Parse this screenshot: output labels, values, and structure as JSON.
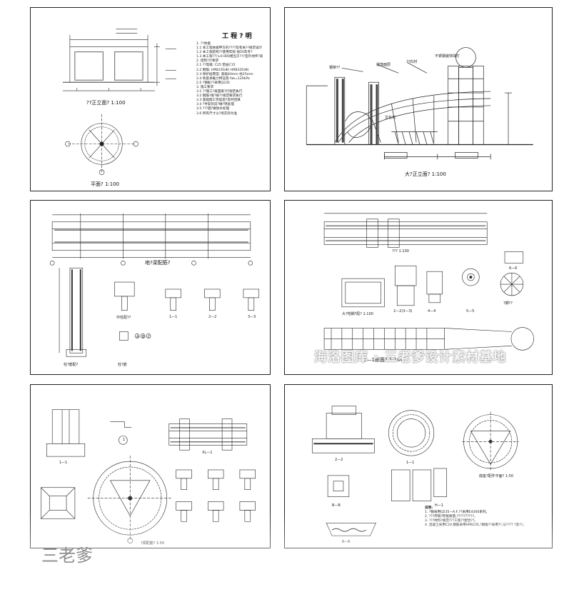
{
  "sheets": {
    "s1": {
      "title": "工 程 ? 明",
      "elevation_caption": "??正立面? 1:100",
      "plan_caption": "平面? 1:100",
      "notes": [
        "1.  ??依据",
        "1.1  本工程依据甲方的????及有关??规范设计",
        "1.2  本工程结构??使用年限 按50年考?",
        "1.3  本工程???±0.000相当于???室外地坪?高",
        "2.  结构?计要求",
        "2.1  ??等级: C25 垫层C15",
        "2.2  钢筋: HPB235(Φ) HRB335(Φ)",
        "2.3  保护层厚度: 基础40mm 柱25mm",
        "2.4  地基承载力特征值 fak=120kPa",
        "2.5  ?钢板??采用Q235",
        "3.  施工要求",
        "3.1  ??施工?按国家?行规范执行",
        "3.2  钢筋?接?按??规范要求执行",
        "3.3  基础施工完成后?及时回填",
        "3.4  ?件安装前?做?锈处理",
        "3.5  ???面?做防水处理",
        "3.6  所有尺寸以?场实际为准"
      ]
    },
    "s2": {
      "caption": "大?正立面? 1:100",
      "labels": [
        "钢架??",
        "装饰面层",
        "??石材",
        "不锈钢装饰球灯",
        "文化石"
      ]
    },
    "s3": {
      "beam_caption": "地?梁配筋?",
      "col_caption": "柱?筋配?",
      "mid_caption": "中柱配??",
      "section_labels": [
        "1—1",
        "2—2",
        "3—3"
      ],
      "axis_labels": [
        "A",
        "B",
        "C"
      ],
      "base_caption": "柱?筋"
    },
    "s4": {
      "top_caption": "??? 1:100",
      "front_caption": "大?地脚?配? 1:100",
      "section_labels": [
        "2—2(3—3)",
        "4—4",
        "5—5",
        "6—6"
      ],
      "long_caption": "1—1剖面? 1:100",
      "plan_caption": "?脚??"
    },
    "s5": {
      "section_label": "1—1",
      "beam_label": "XL—1",
      "plan_caption": "?梁配筋? 1:50",
      "axis_label": "1"
    },
    "s6": {
      "sections": [
        "2—2",
        "1—1",
        "H—1",
        "B—B",
        "6—6"
      ],
      "plan_caption": "底座?配件平面? 1:50",
      "notes_title": "说明:",
      "notes": [
        "1.  ?钢采用Q235—A.F,??采用E4300系列。",
        "2.  ???焊缝?焊接质量,??????????。",
        "3.  ???材料?规范???工程??配合??。",
        "4.  混凝土采用C20,钢筋采用HPB235,?钢板??采用??,与???? ?及??。"
      ]
    }
  },
  "watermark": "海洛图库 · 三老爹设计素材基地",
  "signature": "三老爹"
}
